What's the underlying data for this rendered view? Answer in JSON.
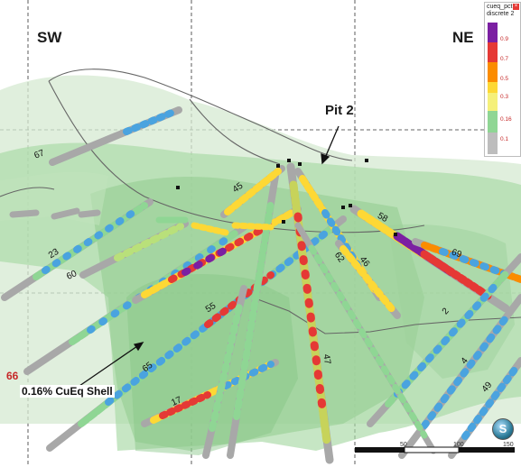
{
  "view": {
    "orientation_left": "SW",
    "orientation_right": "NE",
    "pit_label": "Pit 2",
    "shell_label": "0.16% CuEq Shell"
  },
  "legend": {
    "title": "cueq_pct",
    "subtitle": "discrete 2",
    "close_glyph": "×",
    "bins": [
      {
        "label": "0.9",
        "color": "#7b1fa2"
      },
      {
        "label": "0.7",
        "color": "#e53935"
      },
      {
        "label": "0.5",
        "color": "#fb8c00"
      },
      {
        "label": "",
        "color": "#fdd835"
      },
      {
        "label": "0.3",
        "color": "#f5f07a"
      },
      {
        "label": "0.16",
        "color": "#8fd694"
      },
      {
        "label": "0.1",
        "color": "#bdbdbd"
      }
    ]
  },
  "hole_labels": {
    "h67": "67",
    "h45": "45",
    "h58": "58",
    "h69": "69",
    "h23": "23",
    "h60": "60",
    "h62": "62",
    "h46": "46",
    "h55": "55",
    "h2": "2",
    "h65": "65",
    "h47": "47",
    "h4": "4",
    "h49": "49",
    "h17": "17",
    "h66": "66"
  },
  "scale_bar": {
    "tick_50": "50",
    "tick_100": "100",
    "tick_150": "150"
  },
  "nav_icon": {
    "glyph": "S",
    "name": "compass-icon"
  },
  "colors": {
    "shell_fill": "#9fd39a",
    "shell_stroke": "#6d8f6a",
    "topo_line": "#666666",
    "drillhole_base": "#a8a8a8"
  }
}
